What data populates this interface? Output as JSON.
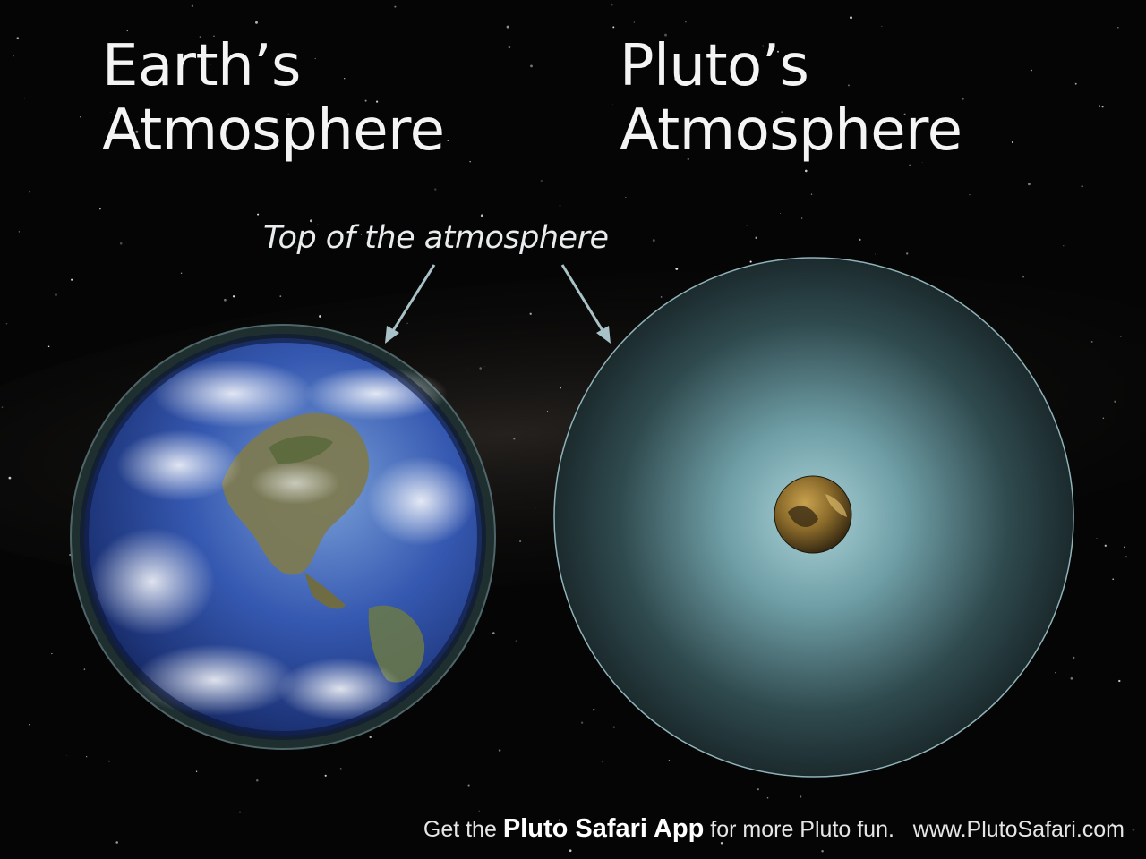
{
  "titles": {
    "earth": [
      "Earth’s",
      "Atmosphere"
    ],
    "pluto": [
      "Pluto’s",
      "Atmosphere"
    ]
  },
  "annotation": "Top of the atmosphere",
  "footer": {
    "prefix": "Get the",
    "app_name": "Pluto Safari App",
    "suffix": "for more Pluto fun.",
    "url": "www.PlutoSafari.com"
  },
  "colors": {
    "background": "#050505",
    "earth_ocean": "#2c4aa6",
    "earth_atmosphere_ring": "#1f2f30",
    "pluto_atmosphere": "#6f9ea6",
    "pluto_surface": "#8a6a2a",
    "arrow": "#a9c2c8"
  },
  "icons": [
    "earth-icon",
    "pluto-icon",
    "arrow-icon"
  ]
}
